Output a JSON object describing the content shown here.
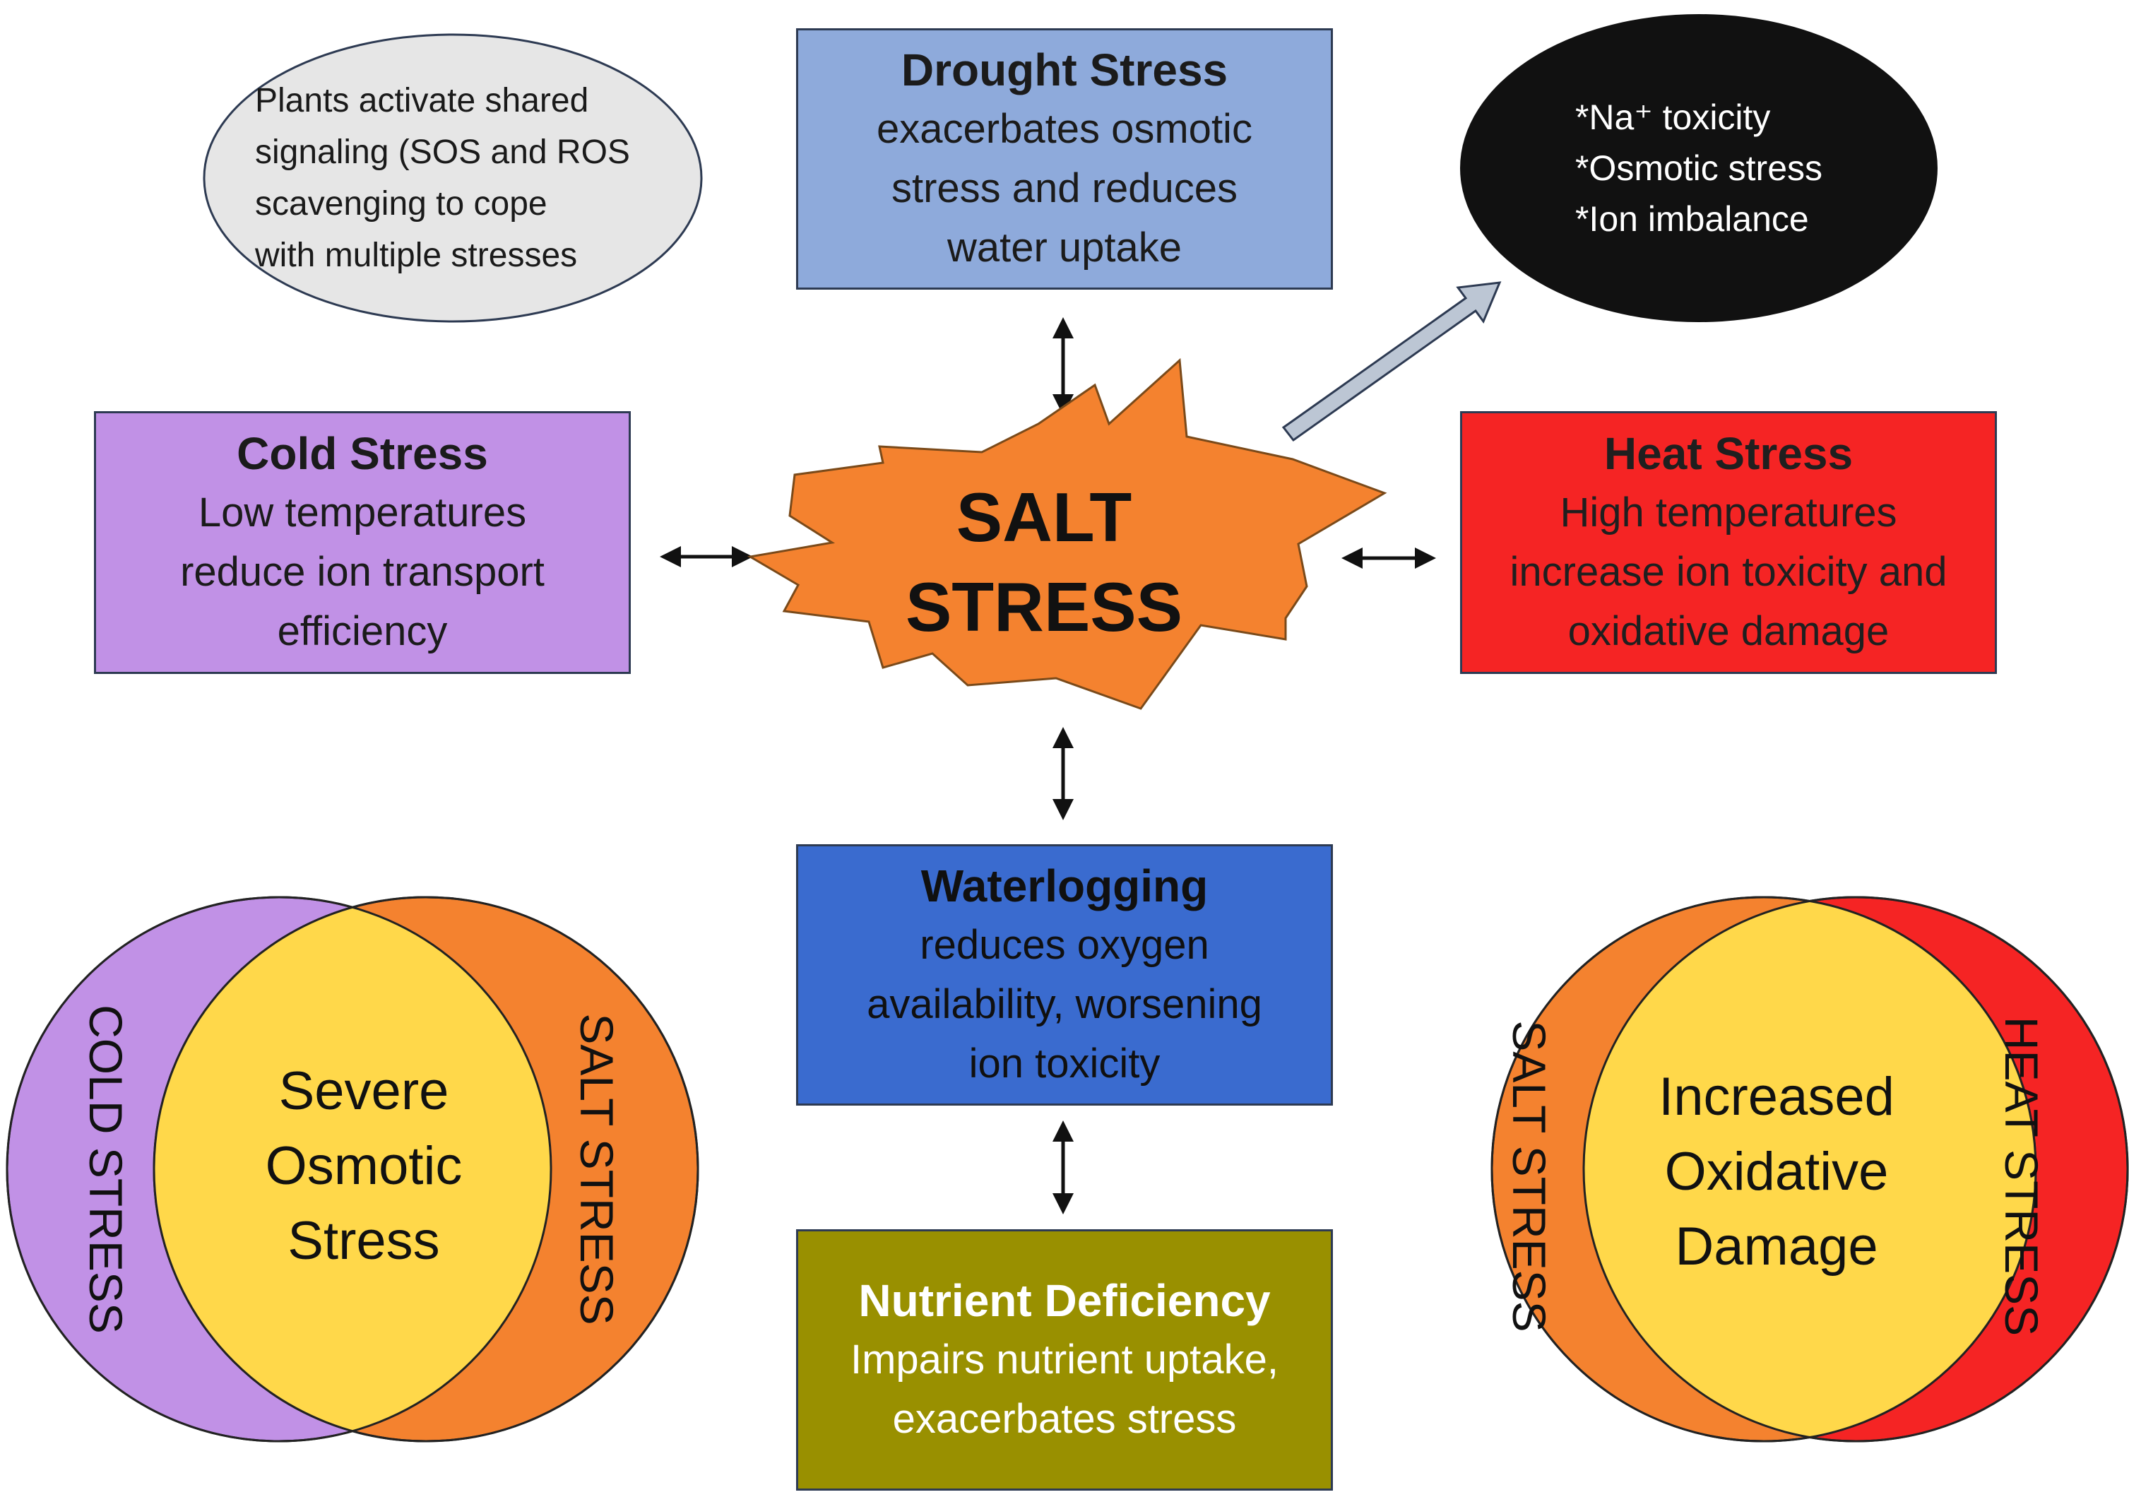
{
  "center": {
    "line1": "SALT",
    "line2": "STRESS"
  },
  "drought": {
    "title": "Drought Stress",
    "body_lines": [
      "exacerbates osmotic",
      "stress and reduces",
      "water uptake"
    ]
  },
  "cold": {
    "title": "Cold Stress",
    "body_lines": [
      "Low temperatures",
      "reduce ion transport",
      "efficiency"
    ]
  },
  "heat": {
    "title": "Heat Stress",
    "body_lines": [
      "High temperatures",
      "increase ion toxicity and",
      "oxidative damage"
    ]
  },
  "waterlogging": {
    "title": "Waterlogging",
    "body_lines": [
      "reduces oxygen",
      "availability, worsening",
      "ion toxicity"
    ]
  },
  "nutrient": {
    "title": "Nutrient Deficiency",
    "body_lines": [
      "Impairs nutrient uptake,",
      "exacerbates stress"
    ]
  },
  "plants_note": {
    "lines": [
      "Plants activate shared",
      "signaling (SOS and ROS",
      "scavenging to cope",
      "with multiple stresses"
    ]
  },
  "salt_effects": {
    "items": [
      "*Na⁺ toxicity",
      "*Osmotic stress",
      "*Ion imbalance"
    ]
  },
  "venn_left": {
    "left_label": "COLD STRESS",
    "right_label": "SALT STRESS",
    "overlap_lines": [
      "Severe",
      "Osmotic",
      "Stress"
    ]
  },
  "venn_right": {
    "left_label": "SALT STRESS",
    "right_label": "HEAT STRESS",
    "overlap_lines": [
      "Increased",
      "Oxidative",
      "Damage"
    ]
  },
  "colors": {
    "drought": "#8eaadb",
    "cold": "#c191e6",
    "heat": "#f52424",
    "waterlogging": "#3a6bcf",
    "nutrient": "#999000",
    "salt_burst": "#f4822f",
    "overlap": "#ffd84a",
    "plants_oval": "#e6e6e6",
    "effects_oval": "#111111",
    "pointer_arrow": "#bcc6d4"
  }
}
